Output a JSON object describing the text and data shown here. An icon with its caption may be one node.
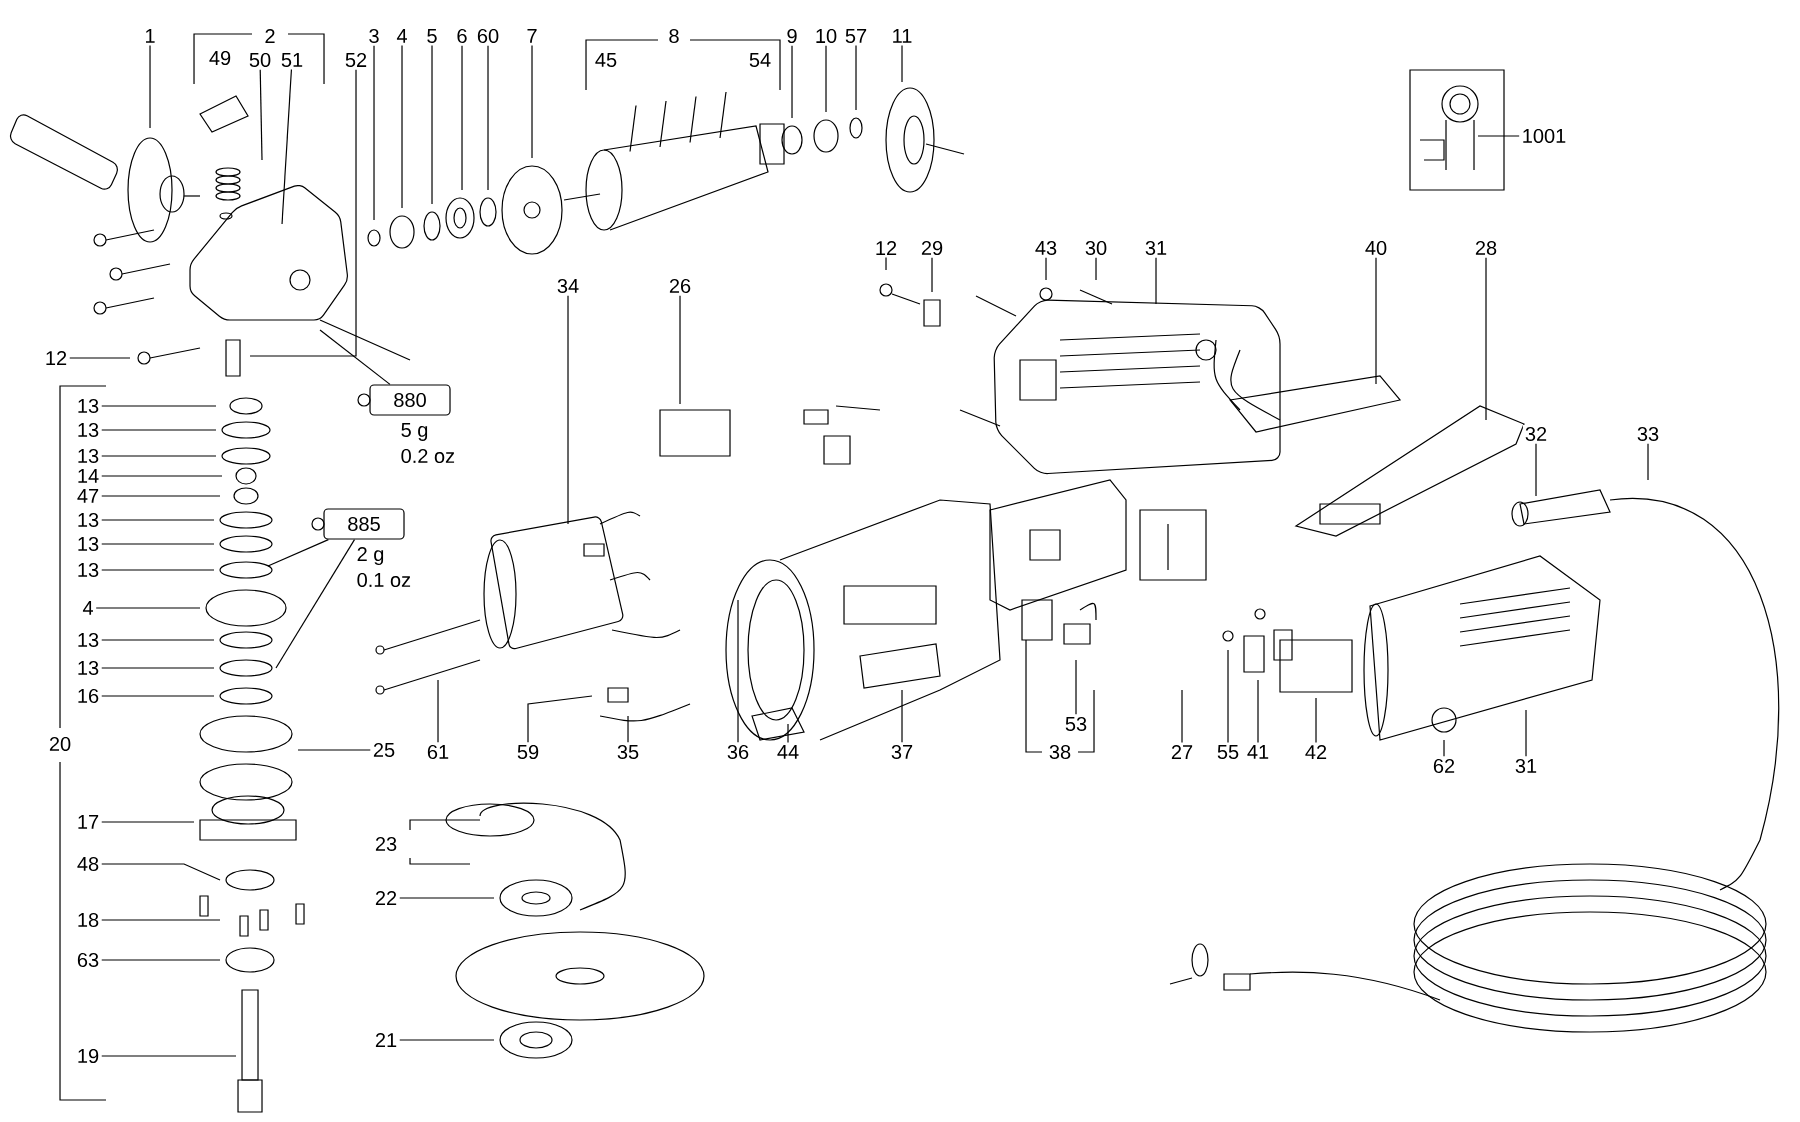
{
  "diagram": {
    "nodes": [
      {
        "text": [
          "1"
        ]
      },
      {
        "text": [
          "50"
        ]
      },
      {
        "text": [
          "51"
        ]
      },
      {
        "text": [
          "52"
        ]
      },
      {
        "text": [
          "3"
        ]
      },
      {
        "text": [
          "4"
        ]
      },
      {
        "text": [
          "5"
        ]
      },
      {
        "text": [
          "6"
        ]
      },
      {
        "text": [
          "60"
        ]
      },
      {
        "text": [
          "7"
        ]
      },
      {
        "text": [
          "9"
        ]
      },
      {
        "text": [
          "10"
        ]
      },
      {
        "text": [
          "57"
        ]
      },
      {
        "text": [
          "11"
        ]
      },
      {
        "text": [
          "1001"
        ]
      },
      {
        "text": [
          "12"
        ]
      },
      {
        "text": [
          "29"
        ]
      },
      {
        "text": [
          "43"
        ]
      },
      {
        "text": [
          "30"
        ]
      },
      {
        "text": [
          "31"
        ]
      },
      {
        "text": [
          "40"
        ]
      },
      {
        "text": [
          "28"
        ]
      },
      {
        "text": [
          "34"
        ]
      },
      {
        "text": [
          "26"
        ]
      },
      {
        "text": [
          "12"
        ]
      },
      {
        "text": [
          "880"
        ],
        "beside": [
          "5 g",
          "0.2 oz"
        ]
      },
      {
        "text": [
          "13"
        ]
      },
      {
        "text": [
          "13"
        ]
      },
      {
        "text": [
          "13"
        ]
      },
      {
        "text": [
          "14"
        ]
      },
      {
        "text": [
          "47"
        ]
      },
      {
        "text": [
          "13"
        ]
      },
      {
        "text": [
          "13"
        ]
      },
      {
        "text": [
          "32"
        ]
      },
      {
        "text": [
          "33"
        ]
      },
      {
        "text": [
          "885"
        ],
        "beside": [
          "2 g",
          "0.1 oz"
        ]
      },
      {
        "text": [
          "13"
        ]
      },
      {
        "text": [
          "4"
        ]
      },
      {
        "text": [
          "13"
        ]
      },
      {
        "text": [
          "13"
        ]
      },
      {
        "text": [
          "16"
        ]
      },
      {
        "text": [
          "25"
        ]
      },
      {
        "text": [
          "61"
        ]
      },
      {
        "text": [
          "59"
        ]
      },
      {
        "text": [
          "35"
        ]
      },
      {
        "text": [
          "36"
        ]
      },
      {
        "text": [
          "44"
        ]
      },
      {
        "text": [
          "37"
        ]
      },
      {
        "text": [
          "53"
        ]
      },
      {
        "text": [
          "27"
        ]
      },
      {
        "text": [
          "55"
        ]
      },
      {
        "text": [
          "41"
        ]
      },
      {
        "text": [
          "42"
        ]
      },
      {
        "text": [
          "62"
        ]
      },
      {
        "text": [
          "31"
        ]
      },
      {
        "text": [
          "17"
        ]
      },
      {
        "text": [
          "22"
        ]
      },
      {
        "text": [
          "48"
        ]
      },
      {
        "text": [
          "18"
        ]
      },
      {
        "text": [
          "63"
        ]
      },
      {
        "text": [
          "21"
        ]
      },
      {
        "text": [
          "19"
        ]
      }
    ],
    "edges": [
      {
        "from": 0,
        "to": null,
        "arrow": "none"
      },
      {
        "from": 1,
        "to": null,
        "arrow": "none"
      },
      {
        "from": 2,
        "to": null,
        "arrow": "none"
      },
      {
        "from": 3,
        "to": null,
        "arrow": "none"
      },
      {
        "from": 4,
        "to": null,
        "arrow": "none"
      },
      {
        "from": 5,
        "to": null,
        "arrow": "none"
      },
      {
        "from": 6,
        "to": null,
        "arrow": "none"
      },
      {
        "from": 7,
        "to": null,
        "arrow": "none"
      },
      {
        "from": 8,
        "to": null,
        "arrow": "none"
      },
      {
        "from": 9,
        "to": null,
        "arrow": "none"
      },
      {
        "from": 10,
        "to": null,
        "arrow": "none"
      },
      {
        "from": 11,
        "to": null,
        "arrow": "none"
      },
      {
        "from": 12,
        "to": null,
        "arrow": "none"
      },
      {
        "from": 13,
        "to": null,
        "arrow": "none"
      },
      {
        "from": 14,
        "to": null,
        "arrow": "none"
      },
      {
        "from": 15,
        "to": null,
        "arrow": "none"
      },
      {
        "from": 16,
        "to": null,
        "arrow": "none"
      },
      {
        "from": 17,
        "to": null,
        "arrow": "none"
      },
      {
        "from": 18,
        "to": null,
        "arrow": "none"
      },
      {
        "from": 19,
        "to": null,
        "arrow": "none"
      },
      {
        "from": 20,
        "to": null,
        "arrow": "none"
      },
      {
        "from": 21,
        "to": null,
        "arrow": "none"
      },
      {
        "from": 22,
        "to": null,
        "arrow": "none"
      },
      {
        "from": 23,
        "to": null,
        "arrow": "none"
      },
      {
        "from": 24,
        "to": null,
        "arrow": "none"
      },
      {
        "from": 25,
        "to": null,
        "arrow": "none"
      },
      {
        "from": 26,
        "to": null,
        "arrow": "none"
      },
      {
        "from": 27,
        "to": null,
        "arrow": "none"
      },
      {
        "from": 28,
        "to": null,
        "arrow": "none"
      },
      {
        "from": 29,
        "to": null,
        "arrow": "none"
      },
      {
        "from": 30,
        "to": null,
        "arrow": "none"
      },
      {
        "from": 31,
        "to": null,
        "arrow": "none"
      },
      {
        "from": 32,
        "to": null,
        "arrow": "none"
      },
      {
        "from": 33,
        "to": null,
        "arrow": "none"
      },
      {
        "from": 34,
        "to": null,
        "arrow": "none"
      },
      {
        "from": 35,
        "to": null,
        "arrow": "none"
      },
      {
        "from": 35,
        "to": null,
        "arrow": "none"
      },
      {
        "from": 36,
        "to": null,
        "arrow": "none"
      },
      {
        "from": 37,
        "to": null,
        "arrow": "none"
      },
      {
        "from": 38,
        "to": null,
        "arrow": "none"
      },
      {
        "from": 39,
        "to": null,
        "arrow": "none"
      },
      {
        "from": 40,
        "to": null,
        "arrow": "none"
      },
      {
        "from": 41,
        "to": null,
        "arrow": "none"
      },
      {
        "from": 42,
        "to": null,
        "arrow": "none"
      },
      {
        "from": 43,
        "to": null,
        "arrow": "none"
      },
      {
        "from": 44,
        "to": null,
        "arrow": "none"
      },
      {
        "from": 45,
        "to": null,
        "arrow": "none"
      },
      {
        "from": 46,
        "to": null,
        "arrow": "none"
      },
      {
        "from": 47,
        "to": null,
        "arrow": "none"
      },
      {
        "from": 48,
        "to": null,
        "arrow": "none"
      },
      {
        "from": 49,
        "to": null,
        "arrow": "none"
      },
      {
        "from": 50,
        "to": null,
        "arrow": "none"
      },
      {
        "from": 51,
        "to": null,
        "arrow": "none"
      },
      {
        "from": 52,
        "to": null,
        "arrow": "none"
      },
      {
        "from": 53,
        "to": null,
        "arrow": "none"
      },
      {
        "from": 54,
        "to": null,
        "arrow": "none"
      },
      {
        "from": 55,
        "to": null,
        "arrow": "none"
      },
      {
        "from": 56,
        "to": null,
        "arrow": "none"
      },
      {
        "from": 57,
        "to": null,
        "arrow": "none"
      },
      {
        "from": 58,
        "to": null,
        "arrow": "none"
      },
      {
        "from": 59,
        "to": null,
        "arrow": "none"
      },
      {
        "from": 60,
        "to": null,
        "arrow": "none"
      },
      {
        "from": 61,
        "to": null,
        "arrow": "none"
      }
    ],
    "labels": [
      "2",
      "49",
      "8",
      "45",
      "54",
      "20",
      "23",
      "38"
    ]
  }
}
